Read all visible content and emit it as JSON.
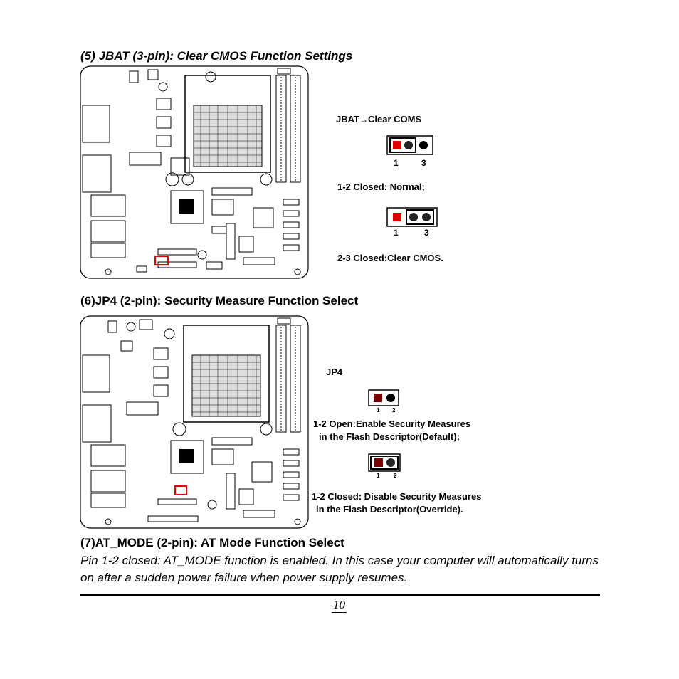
{
  "section5": {
    "title": "(5) JBAT (3-pin): Clear CMOS Function Settings",
    "caption": "JBAT",
    "caption_after_arrow": "Clear COMS",
    "jumper1_pins": {
      "left": "1",
      "right": "3"
    },
    "jumper1_desc": "1-2 Closed: Normal;",
    "jumper2_pins": {
      "left": "1",
      "right": "3"
    },
    "jumper2_desc": "2-3 Closed:Clear CMOS."
  },
  "section6": {
    "title": "(6)JP4 (2-pin): Security Measure Function Select",
    "caption": "JP4",
    "jumper1_pins": {
      "left": "1",
      "right": "2"
    },
    "jumper1_desc_line1": "1-2 Open:Enable Security Measures",
    "jumper1_desc_line2": "in the Flash Descriptor(Default);",
    "jumper2_pins": {
      "left": "1",
      "right": "2"
    },
    "jumper2_desc_line1": "1-2 Closed: Disable Security Measures",
    "jumper2_desc_line2": "in the Flash Descriptor(Override)."
  },
  "section7": {
    "title": "(7)AT_MODE (2-pin): AT Mode Function Select",
    "body": "Pin 1-2 closed: AT_MODE function is enabled. In this case your computer will automatically turns on after a sudden power failure when power supply resumes."
  },
  "page_number": "10",
  "colors": {
    "highlight": "#e00000",
    "jumper_dark": "#7a0000"
  }
}
